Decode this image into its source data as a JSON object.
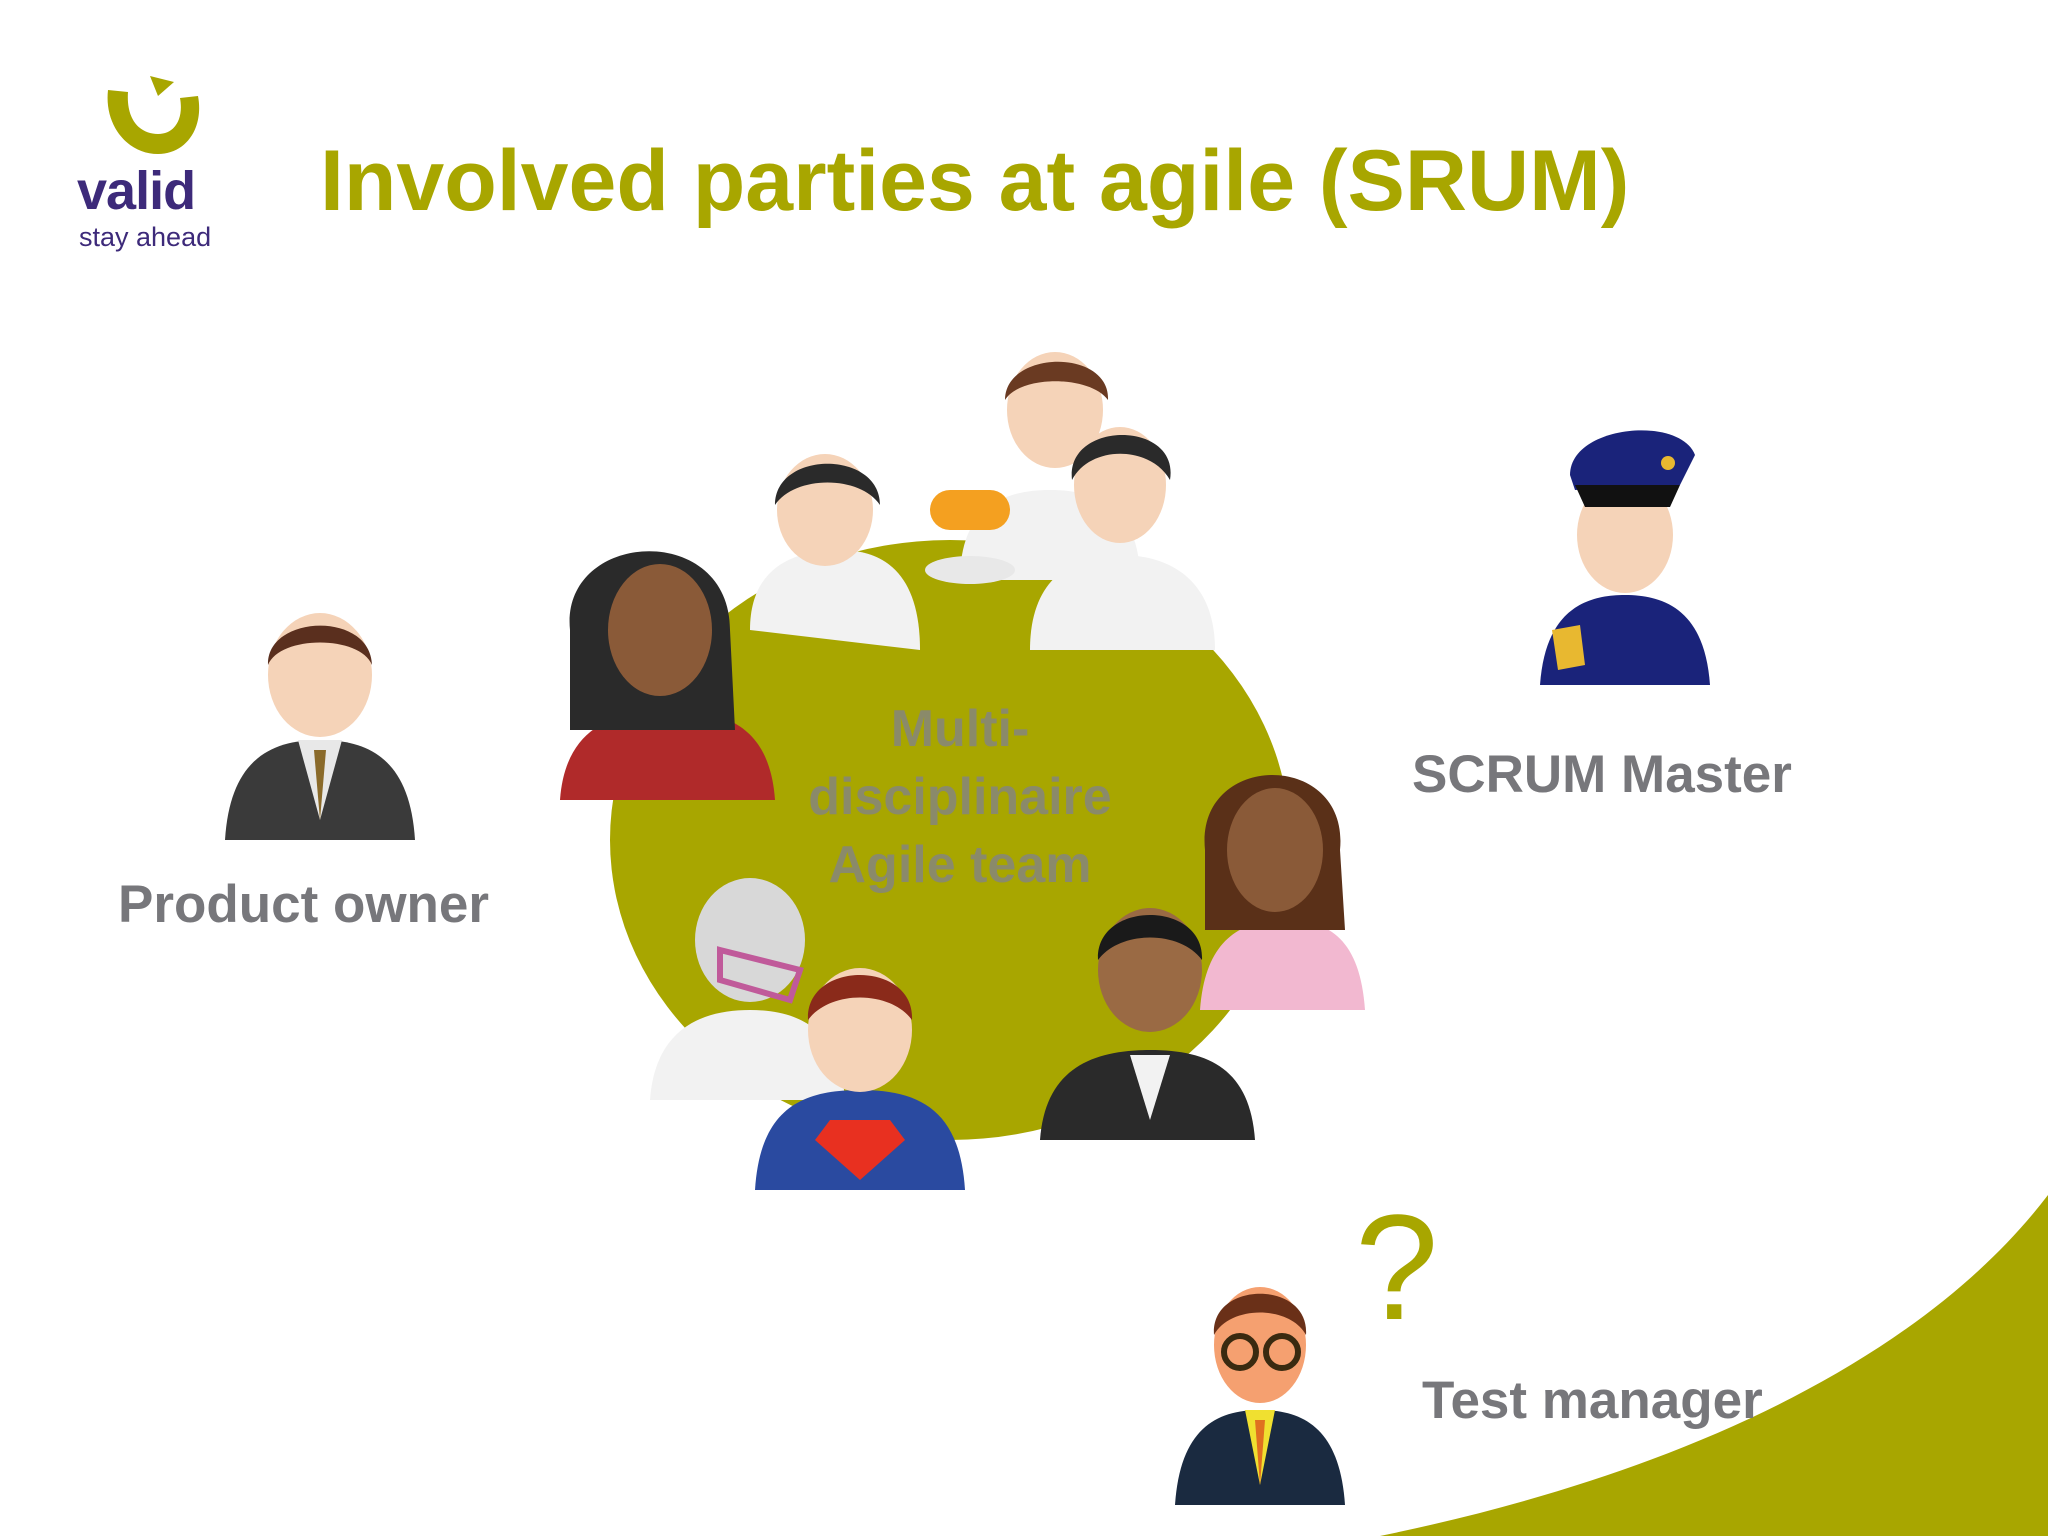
{
  "brand": {
    "name": "valid",
    "tagline": "stay ahead",
    "accent_color": "#a8a600",
    "brand_color": "#3d2a7a"
  },
  "slide": {
    "title": "Involved parties at agile (SRUM)"
  },
  "roles": {
    "product_owner": "Product owner",
    "scrum_master": "SCRUM Master",
    "test_manager": "Test manager",
    "test_manager_mark": "?",
    "team_line1": "Multi-",
    "team_line2": "disciplinaire",
    "team_line3": "Agile team"
  },
  "icons": [
    "product-owner-avatar-icon",
    "scrum-master-police-avatar-icon",
    "test-manager-avatar-icon",
    "team-member-avatars-icon"
  ]
}
